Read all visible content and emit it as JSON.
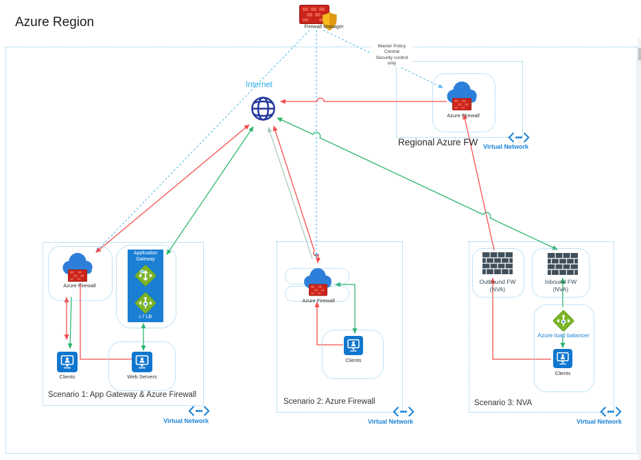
{
  "title": "Azure Region",
  "colors": {
    "red": "#f64c4c",
    "green": "#2db56d",
    "pale": "#a6cdbb",
    "cyan": "#58b9ea",
    "boxblue": "#7fc3ea",
    "vnet": "#1b83d6"
  },
  "firewall_manager": {
    "label": "Firewall Manager"
  },
  "internet": {
    "label": "Internet"
  },
  "master_policy": {
    "text": "Master Policy\nCentral\nSecurity control\nonly"
  },
  "regional": {
    "title": "Regional Azure FW",
    "firewall_label": "Azure Firewall",
    "vnet_label": "Virtual Network"
  },
  "scenario1": {
    "title": "Scenario 1: App Gateway & Azure Firewall",
    "firewall_label": "Azure Firewall",
    "appgw_title": "Application Gateway",
    "appgw_bottom": "L7 LB",
    "clients_label": "Clients",
    "web_servers_label": "Web Servers",
    "vnet_label": "Virtual Network"
  },
  "scenario2": {
    "title": "Scenario 2: Azure Firewall",
    "firewall_label": "Azure Firewall",
    "clients_label": "Clients",
    "vnet_label": "Virtual Network"
  },
  "scenario3": {
    "title": "Scenario 3: NVA",
    "outbound_label": "Outbound FW\n(NVA)",
    "inbound_label": "Inbound FW\n(NVA)",
    "lb_label": "Azure load balancer",
    "clients_label": "Clients",
    "vnet_label": "Virtual Network"
  }
}
